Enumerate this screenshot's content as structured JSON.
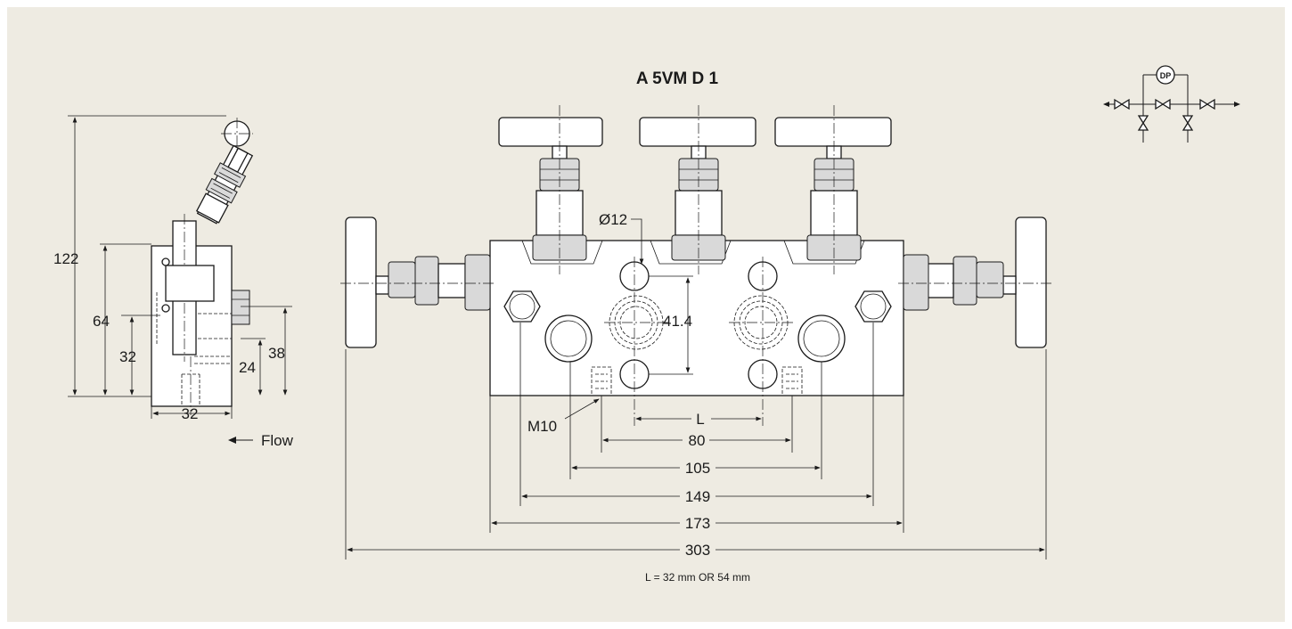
{
  "title": "A 5VM D 1",
  "note": "L = 32 mm OR 54 mm",
  "symbol": {
    "dp_label": "DP"
  },
  "side_view": {
    "dims": {
      "total_height": "122",
      "body_height": "64",
      "port_height": "32",
      "bolt_height": "38",
      "thread_height": "24",
      "width": "32"
    },
    "flow_label": "Flow"
  },
  "front_view": {
    "hole_label": "Ø12",
    "hole_spacing": "41.4",
    "thread_label": "M10",
    "dims": {
      "l": "L",
      "d80": "80",
      "d105": "105",
      "d149": "149",
      "d173": "173",
      "d303": "303"
    }
  },
  "colors": {
    "background": "#eeebe2",
    "line": "#1a1a1a"
  }
}
